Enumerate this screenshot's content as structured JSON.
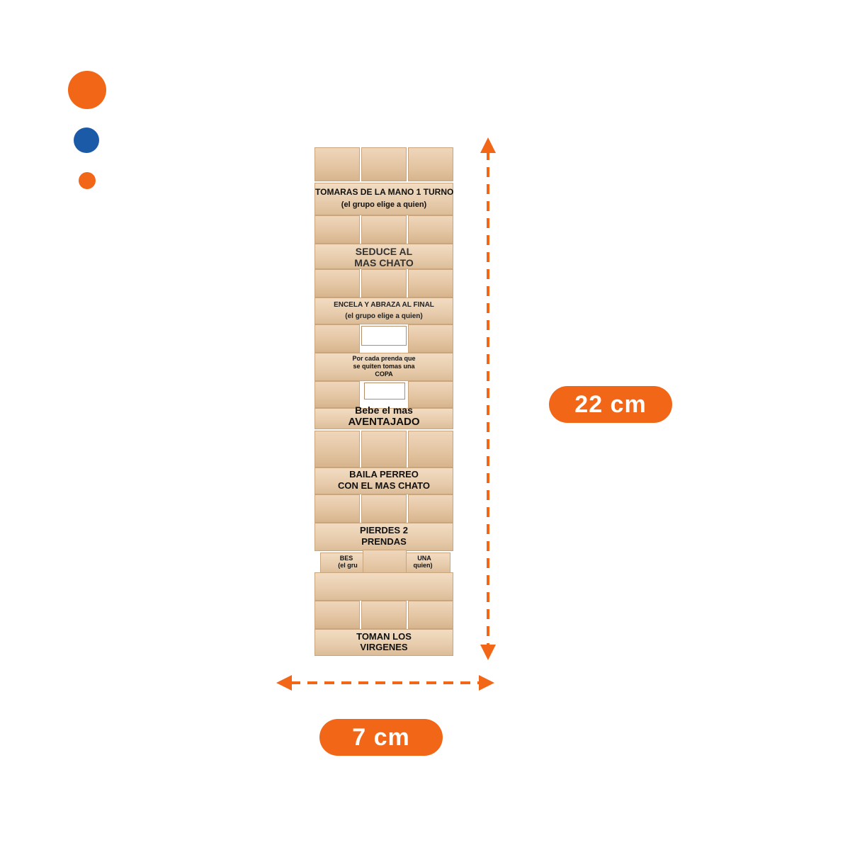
{
  "colors": {
    "accent_orange": "#f26617",
    "accent_blue": "#1b5aa6",
    "background": "#ffffff",
    "wood": "#e8cdae"
  },
  "decor": {
    "dots": [
      {
        "name": "large-orange-dot",
        "color": "#f26617"
      },
      {
        "name": "blue-dot",
        "color": "#1b5aa6"
      },
      {
        "name": "small-orange-dot",
        "color": "#f26617"
      }
    ]
  },
  "dimensions": {
    "height_label": "22 cm",
    "width_label": "7 cm"
  },
  "blocks": [
    {
      "line1": "TOMARAS DE LA MANO 1 TURNO",
      "line2": "(el grupo elige a quien)"
    },
    {
      "line1": "SEDUCE AL",
      "line2": "MAS CHATO"
    },
    {
      "line1": "ENCELA Y ABRAZA AL FINAL",
      "line2": "(el grupo elige a quien)"
    },
    {
      "line1": "Por cada prenda que",
      "line2": "se quiten tomas una",
      "line3": "COPA"
    },
    {
      "line1": "Bebe el mas",
      "line2": "AVENTAJADO"
    },
    {
      "line1": "BAILA PERREO",
      "line2": "CON EL MAS CHATO"
    },
    {
      "line1": "PIERDES 2",
      "line2": "PRENDAS"
    },
    {
      "line1": "BES",
      "line2": "UNA",
      "line3": "(el gru",
      "line4": "quien)"
    },
    {
      "line1": "TOMAN LOS",
      "line2": "VIRGENES"
    }
  ]
}
